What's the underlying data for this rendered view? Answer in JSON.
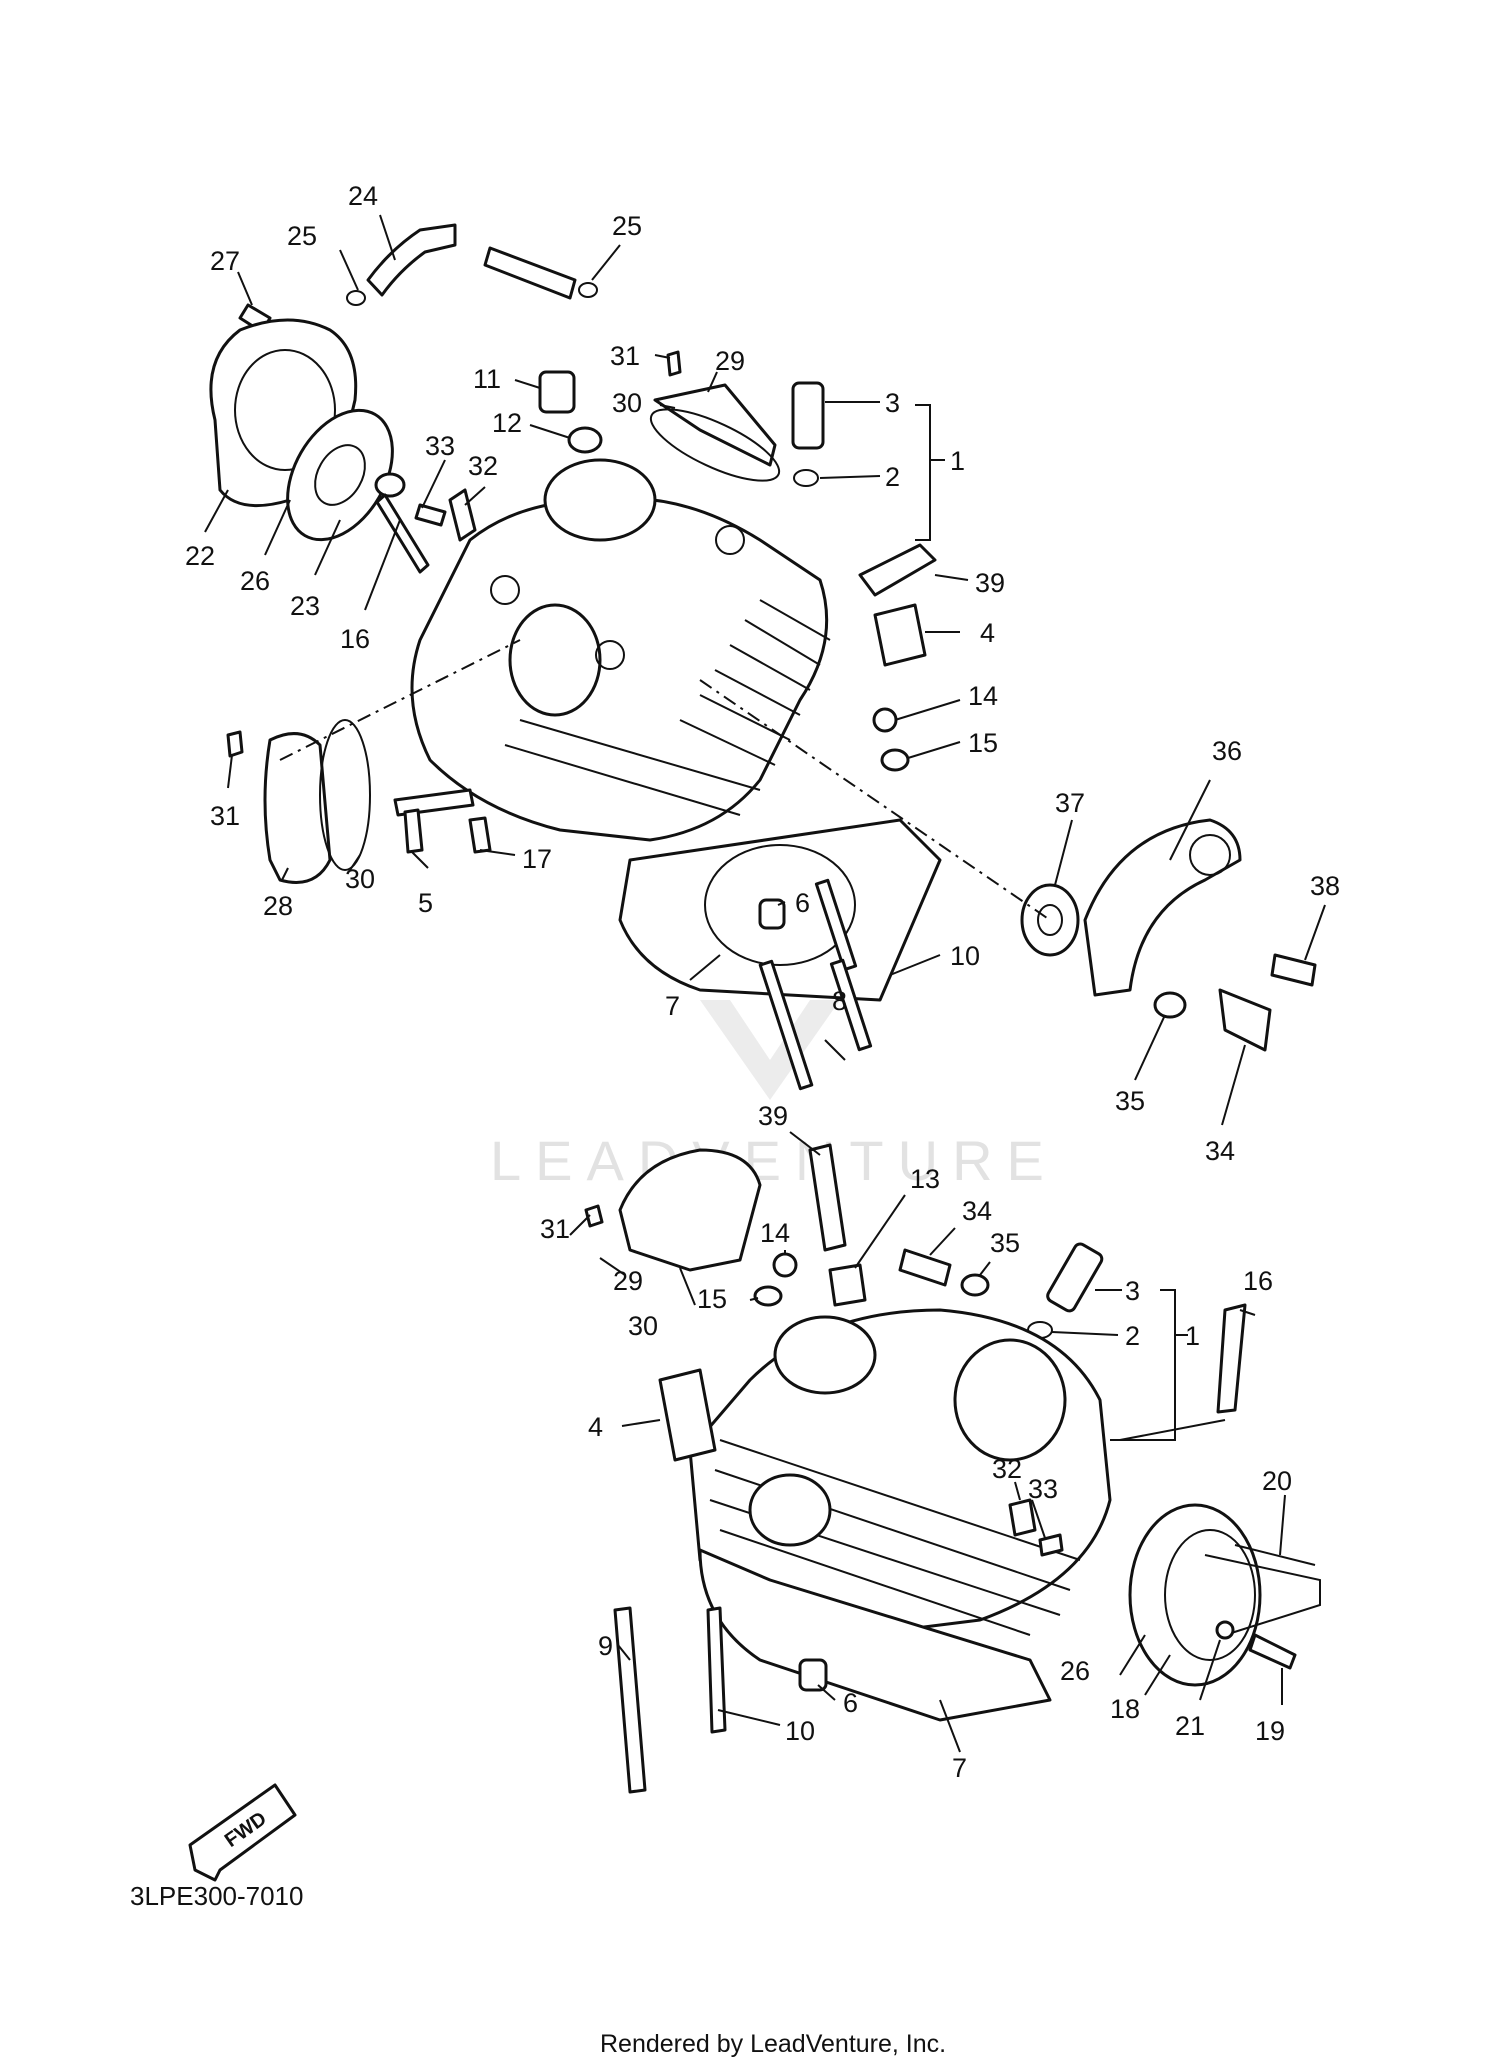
{
  "diagram_code": "3LPE300-7010",
  "rendered_by": "Rendered by LeadVenture, Inc.",
  "watermark": "LEADVENTURE",
  "fwd_label": "FWD",
  "callouts": {
    "c24": "24",
    "c25a": "25",
    "c25b": "25",
    "c27": "27",
    "c31a": "31",
    "c29a": "29",
    "c11": "11",
    "c12": "12",
    "c30a": "30",
    "c3a": "3",
    "c2a": "2",
    "c1a": "1",
    "c33a": "33",
    "c32a": "32",
    "c22": "22",
    "c26a": "26",
    "c23": "23",
    "c16a": "16",
    "c39a": "39",
    "c4a": "4",
    "c14a": "14",
    "c15a": "15",
    "c31b": "31",
    "c30b": "30",
    "c28": "28",
    "c5": "5",
    "c17": "17",
    "c36": "36",
    "c37": "37",
    "c38": "38",
    "c6a": "6",
    "c10a": "10",
    "c7a": "7",
    "c8": "8",
    "c35a": "35",
    "c34a": "34",
    "c39b": "39",
    "c13": "13",
    "c34b": "34",
    "c35b": "35",
    "c31c": "31",
    "c14b": "14",
    "c29b": "29",
    "c15b": "15",
    "c30c": "30",
    "c3b": "3",
    "c2b": "2",
    "c1b": "1",
    "c16b": "16",
    "c4b": "4",
    "c32b": "32",
    "c33b": "33",
    "c20": "20",
    "c9": "9",
    "c26b": "26",
    "c18": "18",
    "c21": "21",
    "c19": "19",
    "c6b": "6",
    "c10b": "10",
    "c7b": "7"
  }
}
